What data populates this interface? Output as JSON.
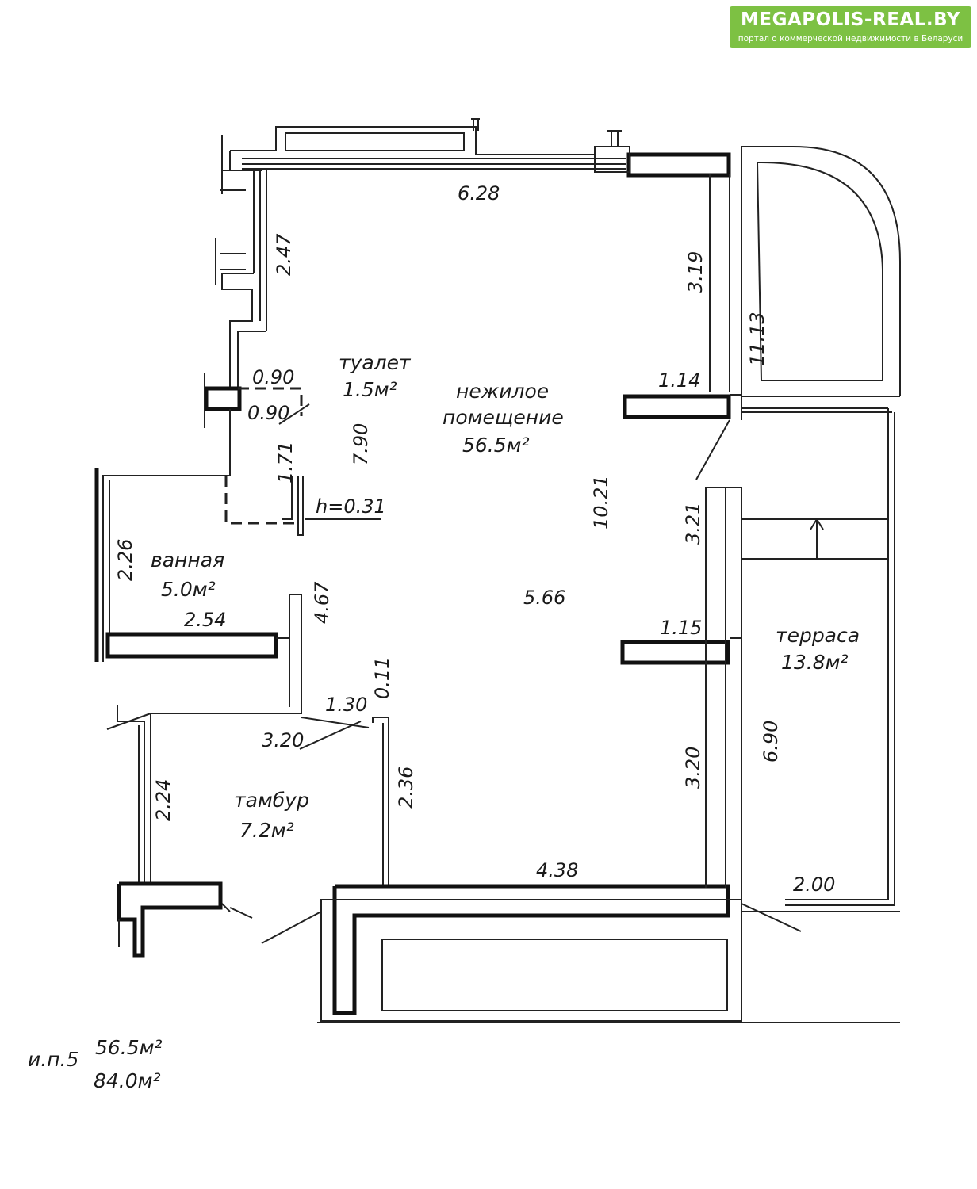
{
  "banner": {
    "brand": "MEGAPOLIS-REAL.BY",
    "tagline": "портал о коммерческой недвижимости в Беларуси",
    "color": "#7dc143"
  },
  "rooms": {
    "main": {
      "line1": "нежилое",
      "line2": "помещение",
      "area": "56.5м²"
    },
    "toilet": {
      "name": "туалет",
      "area": "1.5м²"
    },
    "bath": {
      "name": "ванная",
      "area": "5.0м²"
    },
    "vestibule": {
      "name": "тамбур",
      "area": "7.2м²"
    },
    "terrace": {
      "name": "терраса",
      "area": "13.8м²"
    }
  },
  "dimensions": {
    "top_wall": "6.28",
    "left_upper": "2.47",
    "right_upper": "3.19",
    "terrace_arc": "11.13",
    "toilet_w1": "0.90",
    "toilet_w2": "0.90",
    "main_height": "7.90",
    "pier_upper": "1.14",
    "toilet_depth": "1.71",
    "step_height": "h=0.31",
    "main_total": "10.21",
    "right_mid": "3.21",
    "bath_height": "2.26",
    "bath_right": "4.67",
    "main_width": "5.66",
    "bath_width": "2.54",
    "pier_lower": "1.15",
    "wall_gap": "0.11",
    "vest_top": "1.30",
    "vest_width": "3.20",
    "right_lower": "3.20",
    "terrace_len": "6.90",
    "vest_left": "2.24",
    "vest_right": "2.36",
    "bottom_wall": "4.38",
    "terrace_width": "2.00"
  },
  "legend": {
    "code": "и.п.5",
    "area_main": "56.5м²",
    "area_total": "84.0м²"
  }
}
